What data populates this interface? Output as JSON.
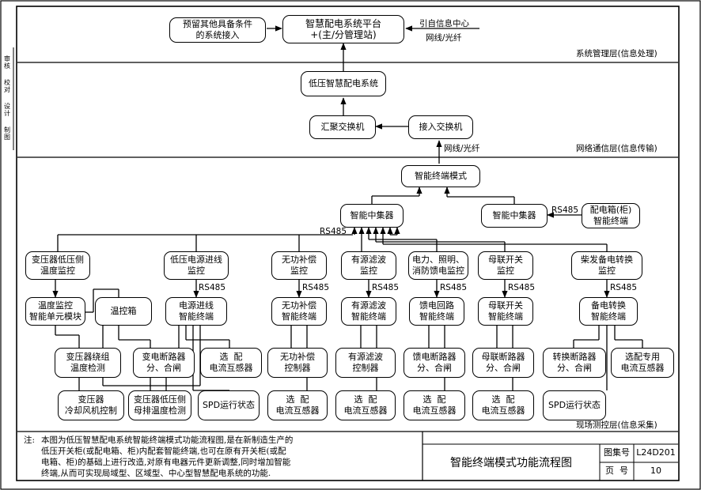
{
  "layers": {
    "management": "系统管理层(信息处理)",
    "network": "网络通信层(信息传输)",
    "field": "现场测控层(信息采集)"
  },
  "nodes": {
    "reserve": "预留其他具备条件\n的系统接入",
    "platform": "智慧配电系统平台\n+(主/分管理站)",
    "lv_system": "低压智慧配电系统",
    "agg_switch": "汇聚交换机",
    "access_switch": "接入交换机",
    "terminal_mode": "智能终端模式",
    "concentrator_main": "智能中集器",
    "concentrator_side": "智能中集器",
    "dist_box_terminal": "配电箱(柜)\n智能终端",
    "transformer_temp": "变压器低压侧\n温度监控",
    "lv_incoming": "低压电源进线\n监控",
    "reactive_comp": "无功补偿\n监控",
    "harmonic_filter": "有源滤波\n监控",
    "feeder_monitor": "电力、照明、\n消防馈电监控",
    "bus_tie": "母联开关\n监控",
    "diesel_transfer": "柴发备电转换\n监控",
    "temp_module": "温度监控\n智能单元模块",
    "temp_box": "温控箱",
    "incoming_terminal": "电源进线\n智能终端",
    "reactive_terminal": "无功补偿\n智能终端",
    "filter_terminal": "有源滤波\n智能终端",
    "feeder_terminal": "馈电回路\n智能终端",
    "bus_tie_terminal": "母联开关\n智能终端",
    "backup_terminal": "备电转换\n智能终端",
    "winding_temp": "变压器绕组\n温度检测",
    "transformer_breaker": "变电断路器\n分、合闸",
    "ct_incoming": "选  配\n电流互感器",
    "reactive_controller": "无功补偿\n控制器",
    "filter_controller": "有源滤波\n控制器",
    "feeder_breaker": "馈电断路器\n分、合闸",
    "bus_tie_breaker": "母联断路器\n分、合闸",
    "transfer_breaker": "转换断路器\n分、合闸",
    "ct_optional": "选配专用\n电流互感器",
    "fan_control": "变压器\n冷却风机控制",
    "busbar_temp": "变压器低压侧\n母排温度检测",
    "spd_1": "SPD运行状态",
    "ct_reactive": "选  配\n电流互感器",
    "ct_filter": "选  配\n电流互感器",
    "ct_feeder": "选  配\n电流互感器",
    "ct_bus_tie": "选  配\n电流互感器",
    "spd_2": "SPD运行状态"
  },
  "labels": {
    "info_center": "引自信息中心",
    "net_fiber_top": "网线/光纤",
    "net_fiber_mid": "网线/光纤",
    "rs485_bus": "RS485",
    "rs485_side": "RS485",
    "rs485_a": "RS485",
    "rs485_b": "RS485",
    "rs485_c": "RS485",
    "rs485_d": "RS485",
    "rs485_e": "RS485",
    "rs485_f": "RS485"
  },
  "note": {
    "prefix": "注:",
    "lines": [
      "本图为低压智慧配电系统智能终端模式功能流程图,是在新制造生产的",
      "低压开关柜(或配电箱、柜)内配套智能终端,也可在原有开关柜(或配",
      "电箱、柜)的基础上进行改造,对原有电器元件更新调整,同时增加智能",
      "终端,从而可实现局域型、区域型、中心型智慧配电系统的功能."
    ]
  },
  "title_block": {
    "title": "智能终端模式功能流程图",
    "atlas_label": "图集号",
    "atlas_no": "L24D201",
    "page_label": "页  号",
    "page_no": "10"
  },
  "side_strip": [
    "审核",
    "校对",
    "设计",
    "制图"
  ]
}
